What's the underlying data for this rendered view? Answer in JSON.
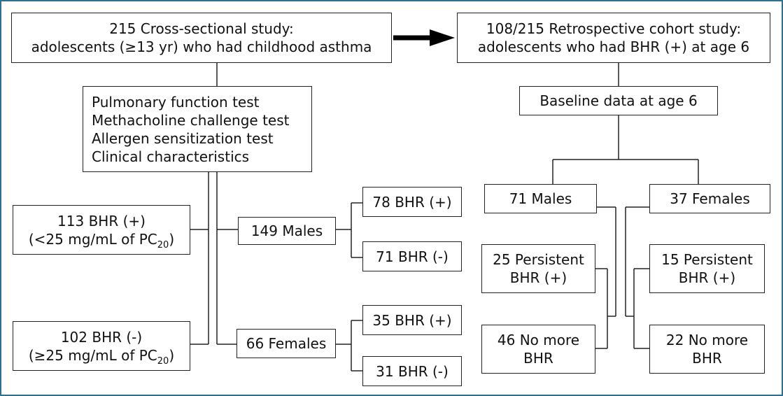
{
  "cross_sectional": {
    "line1": "215 Cross-sectional study:",
    "line2": "adolescents (≥13 yr) who had childhood asthma"
  },
  "cohort": {
    "line1": "108/215 Retrospective cohort study:",
    "line2": "adolescents who had BHR (+) at age 6"
  },
  "tests": {
    "items": [
      "Pulmonary function test",
      "Methacholine challenge test",
      "Allergen sensitization test",
      "Clinical characteristics"
    ]
  },
  "baseline": {
    "label": "Baseline data at age 6"
  },
  "bhr_pos": {
    "line1": "113 BHR (+)",
    "line2_prefix": "(<25 mg/mL of PC",
    "line2_sub": "20",
    "line2_suffix": ")"
  },
  "bhr_neg": {
    "line1": "102 BHR (-)",
    "line2_prefix": "(≥25 mg/mL of PC",
    "line2_sub": "20",
    "line2_suffix": ")"
  },
  "males_cs": {
    "label": "149 Males"
  },
  "females_cs": {
    "label": "66 Females"
  },
  "males_pos": {
    "label": "78 BHR (+)"
  },
  "males_neg": {
    "label": "71 BHR (-)"
  },
  "females_pos": {
    "label": "35 BHR (+)"
  },
  "females_neg": {
    "label": "31 BHR (-)"
  },
  "males_co": {
    "label": "71 Males"
  },
  "females_co": {
    "label": "37 Females"
  },
  "males_persist": {
    "line1": "25 Persistent",
    "line2": "BHR (+)"
  },
  "males_nomore": {
    "line1": "46 No more",
    "line2": "BHR"
  },
  "females_persist": {
    "line1": "15 Persistent",
    "line2": "BHR (+)"
  },
  "females_nomore": {
    "line1": "22 No more",
    "line2": "BHR"
  },
  "colors": {
    "border": "#2f6f8f",
    "line": "#222222",
    "arrow": "#000000"
  }
}
